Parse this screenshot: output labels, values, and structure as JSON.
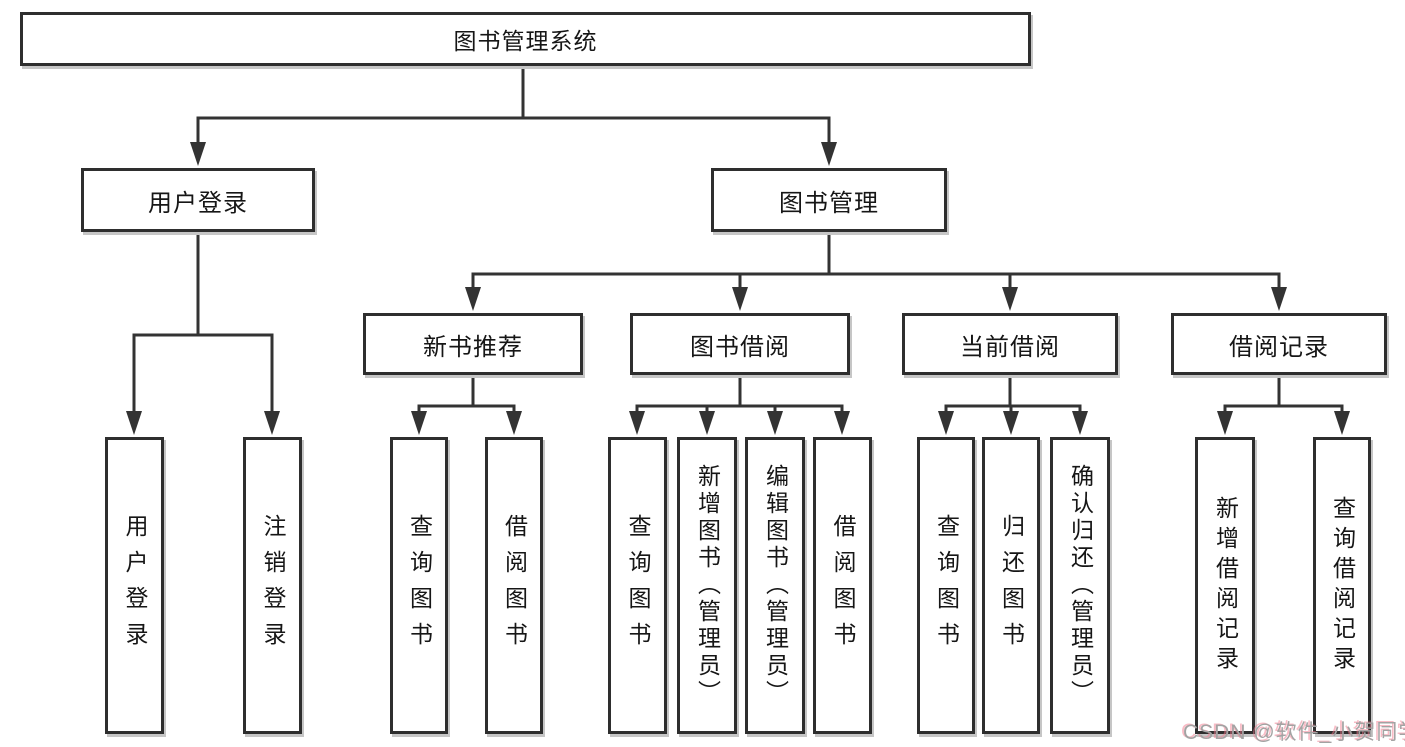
{
  "diagram": {
    "root": {
      "label": "图书管理系统"
    },
    "level2": [
      {
        "label": "用户登录"
      },
      {
        "label": "图书管理"
      }
    ],
    "level3": [
      {
        "label": "新书推荐"
      },
      {
        "label": "图书借阅"
      },
      {
        "label": "当前借阅"
      },
      {
        "label": "借阅记录"
      }
    ],
    "leaves": {
      "user_login": [
        "用户登录",
        "注销登录"
      ],
      "new_books": [
        "查询图书",
        "借阅图书"
      ],
      "book_borrow": [
        "查询图书",
        "新增图书（管理员）",
        "编辑图书（管理员）",
        "借阅图书"
      ],
      "current_borrow": [
        "查询图书",
        "归还图书",
        "确认归还（管理员）"
      ],
      "borrow_records": [
        "新增借阅记录",
        "查询借阅记录"
      ]
    },
    "colors": {
      "line": "#333333",
      "border": "#2e2e2e",
      "text": "#161616",
      "watermark": "#a3a3a3"
    },
    "watermark": "CSDN @软件_小贺同学"
  }
}
